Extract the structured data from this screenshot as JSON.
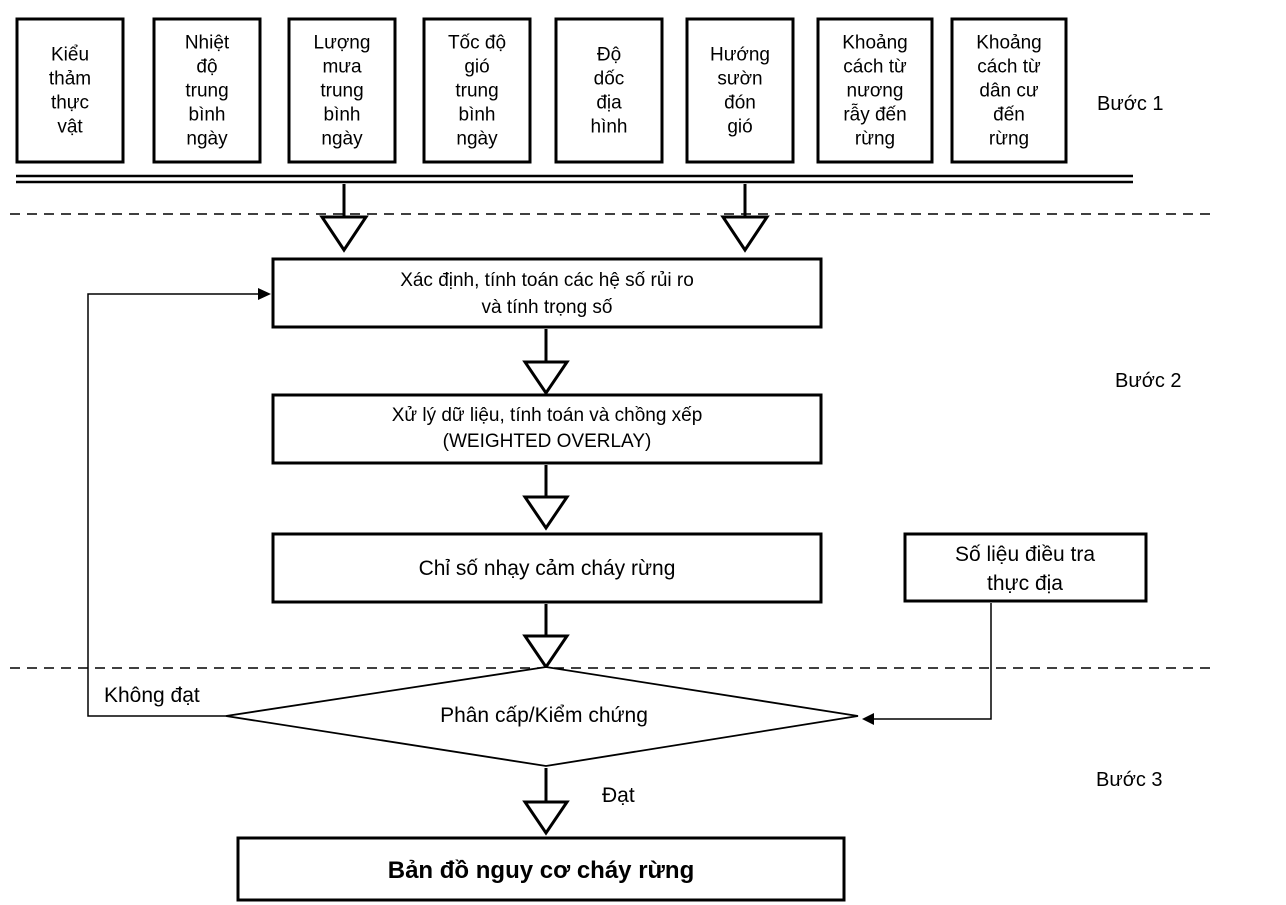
{
  "inputs": [
    [
      "Kiểu",
      "thảm",
      "thực",
      "vật"
    ],
    [
      "Nhiệt",
      "độ",
      "trung",
      "bình",
      "ngày"
    ],
    [
      "Lượng",
      "mưa",
      "trung",
      "bình",
      "ngày"
    ],
    [
      "Tốc độ",
      "gió",
      "trung",
      "bình",
      "ngày"
    ],
    [
      "Độ",
      "dốc",
      "địa",
      "hình"
    ],
    [
      "Hướng",
      "sườn",
      "đón",
      "gió"
    ],
    [
      "Khoảng",
      "cách từ",
      "nương",
      "rẫy đến",
      "rừng"
    ],
    [
      "Khoảng",
      "cách từ",
      "dân cư",
      "đến",
      "rừng"
    ]
  ],
  "steps": {
    "step1": "Bước 1",
    "step2": "Bước 2",
    "step3": "Bước 3"
  },
  "process": {
    "coefficients": [
      "Xác định, tính toán các hệ số rủi ro",
      "và tính trọng số"
    ],
    "overlay": [
      "Xử lý dữ liệu, tính toán và chồng xếp",
      "(WEIGHTED OVERLAY)"
    ],
    "index": "Chỉ số nhạy cảm cháy rừng",
    "survey": [
      "Số liệu điều tra",
      "thực địa"
    ],
    "decision": "Phân cấp/Kiểm chứng",
    "fail_label": "Không đạt",
    "pass_label": "Đạt",
    "result": "Bản đồ nguy cơ cháy rừng"
  },
  "colors": {
    "stroke": "#000000",
    "background": "#ffffff"
  }
}
